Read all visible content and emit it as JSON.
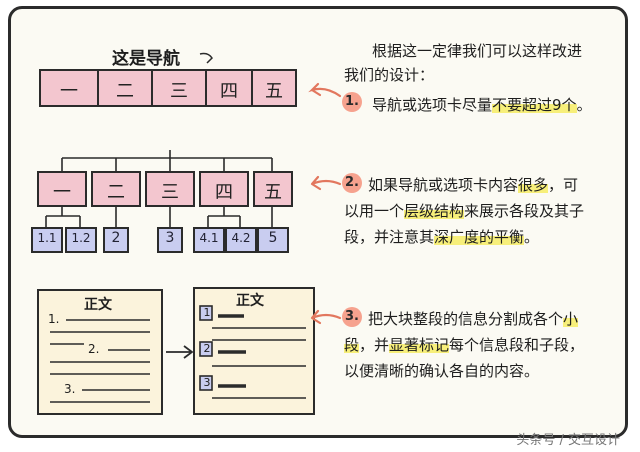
{
  "title_label": "这是导航",
  "intro": {
    "line1": "根据这一定律我们可以这样改进",
    "line2": "我们的设计："
  },
  "nav_top": [
    "一",
    "二",
    "三",
    "四",
    "五"
  ],
  "point1": {
    "number": "1.",
    "text_a": "导航或选项卡尽量",
    "text_hl": "不要超过9个",
    "text_b": "。"
  },
  "tree": {
    "parents": [
      "一",
      "二",
      "三",
      "四",
      "五"
    ],
    "children": [
      "1.1",
      "1.2",
      "2",
      "3",
      "4.1",
      "4.2",
      "5"
    ]
  },
  "point2": {
    "number": "2.",
    "line1_a": "如果导航或选项卡内容",
    "line1_hl": "很多",
    "line1_b": "，可",
    "line2_a": "以用一个",
    "line2_hl": "层级结构",
    "line2_b": "来展示各段及其子",
    "line3_a": "段，并注意其",
    "line3_hl": "深广度的平衡",
    "line3_b": "。"
  },
  "doc_left": {
    "title": "正文",
    "items": [
      "1.",
      "2.",
      "3."
    ]
  },
  "doc_right": {
    "title": "正文",
    "items": [
      "1",
      "2",
      "3"
    ]
  },
  "point3": {
    "number": "3.",
    "line1_a": "把大块整段的信息分割成各个",
    "line1_hl": "小",
    "line2_hl": "段",
    "line2_a": "，并",
    "line2_hl2": "显著标记",
    "line2_b": "每个信息段和子段，",
    "line3": "以便清晰的确认各自的内容。"
  },
  "watermark": "头条号 / 交互设计",
  "colors": {
    "nav_fill": "#f3c6cf",
    "sub_fill": "#c9cdf0",
    "marker": "#f6a28e",
    "highlight": "#f7ef7a"
  }
}
